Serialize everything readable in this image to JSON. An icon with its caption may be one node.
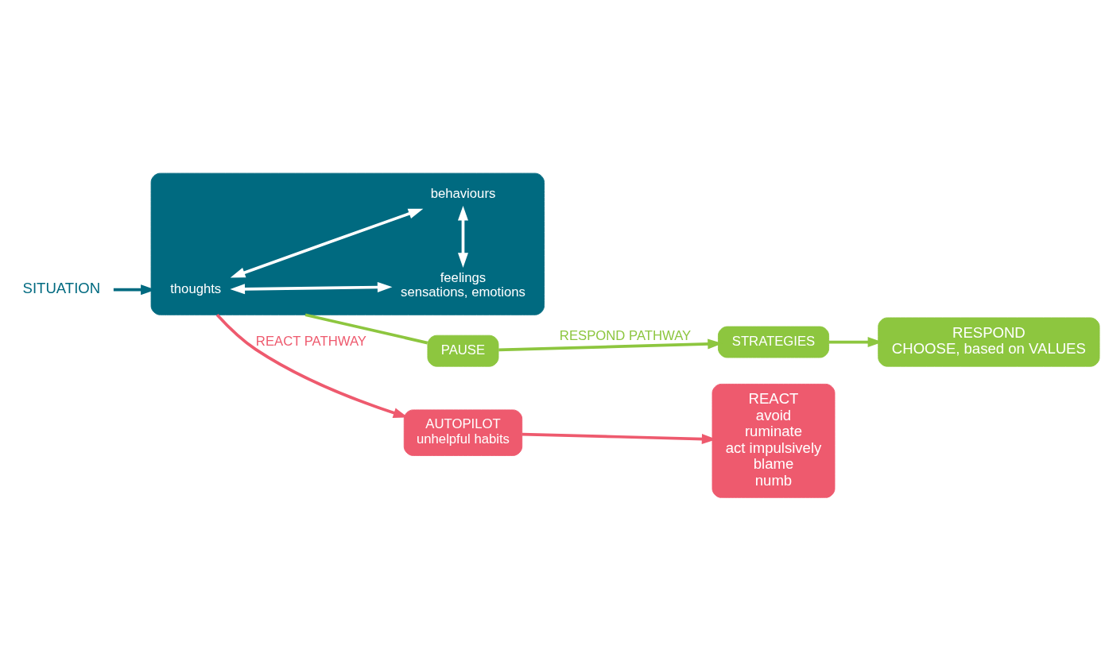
{
  "diagram": {
    "nodes": [
      {
        "text": [
          "SITUATION"
        ]
      },
      {
        "text": [],
        "shape": "triangle"
      },
      {
        "text": [
          "thoughts"
        ],
        "in": 1
      },
      {
        "text": [
          "feelings",
          "sensations, emotions"
        ],
        "in": 1
      },
      {
        "text": [
          "behaviours"
        ],
        "in": 1
      },
      {
        "text": [
          "PAUSE"
        ]
      },
      {
        "text": [
          "STRATEGIES"
        ]
      },
      {
        "text": [
          "RESPOND",
          "CHOOSE, based on VALUES"
        ]
      },
      {
        "text": [
          "AUTOPILOT",
          "unhelpful habits"
        ]
      },
      {
        "text": [
          "REACT",
          "avoid",
          "ruminate",
          "act impulsively",
          "blame",
          "numb"
        ]
      }
    ],
    "edges": [
      {
        "from": 0,
        "to": 1,
        "arrow": "to",
        "color": "#006a80"
      },
      {
        "from": 2,
        "to": 3,
        "arrow": "both",
        "color": "#ffffff"
      },
      {
        "from": 2,
        "to": 4,
        "arrow": "both",
        "color": "#ffffff"
      },
      {
        "from": 3,
        "to": 4,
        "arrow": "both",
        "color": "#ffffff"
      },
      {
        "from": 1,
        "to": 5,
        "arrow": "none",
        "color": "#8dc63f"
      },
      {
        "from": 5,
        "to": 6,
        "arrow": "to",
        "label": "RESPOND PATHWAY",
        "color": "#8dc63f"
      },
      {
        "from": 6,
        "to": 7,
        "arrow": "to",
        "color": "#8dc63f"
      },
      {
        "from": 1,
        "to": 8,
        "arrow": "to",
        "label": "REACT PATHWAY",
        "color": "#ee5a6e"
      },
      {
        "from": 8,
        "to": 9,
        "arrow": "to",
        "color": "#ee5a6e"
      }
    ]
  }
}
